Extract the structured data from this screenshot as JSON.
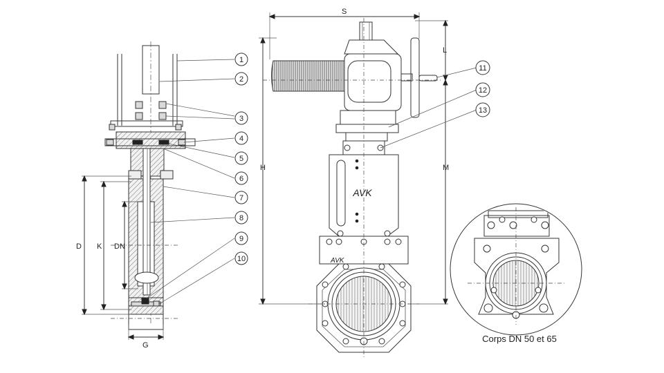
{
  "callouts": [
    "1",
    "2",
    "3",
    "4",
    "5",
    "6",
    "7",
    "8",
    "9",
    "10",
    "11",
    "12",
    "13"
  ],
  "dimensions": {
    "side_view": {
      "D": "D",
      "K": "K",
      "DN": "DN",
      "G": "G"
    },
    "front_view": {
      "S": "S",
      "H": "H",
      "L": "L",
      "M": "M"
    }
  },
  "detail_caption": "Corps DN 50 et 65",
  "colors": {
    "line": "#333333",
    "fill_gray": "#d9d9d9",
    "background": "#ffffff"
  }
}
